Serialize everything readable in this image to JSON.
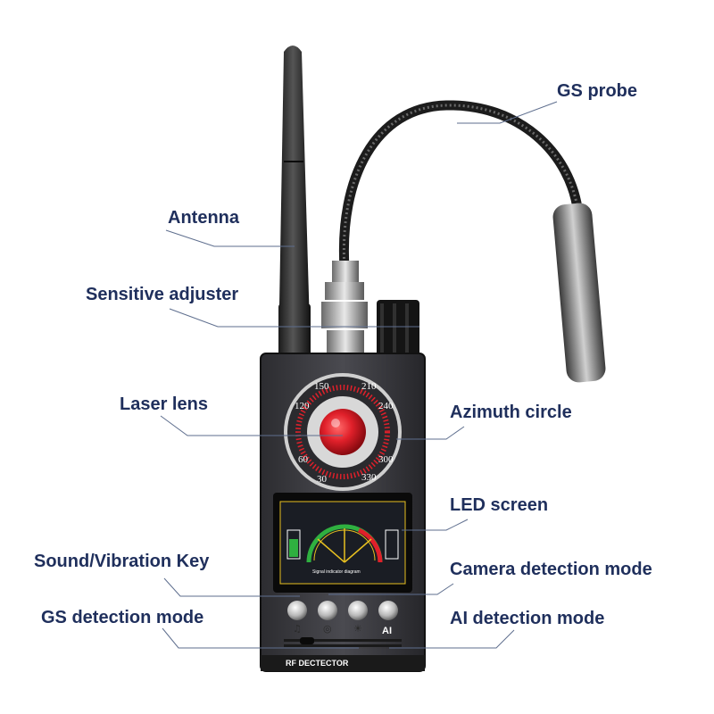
{
  "callouts": {
    "gs_probe": "GS probe",
    "antenna": "Antenna",
    "sensitive_adjuster": "Sensitive adjuster",
    "laser_lens": "Laser lens",
    "azimuth_circle": "Azimuth circle",
    "led_screen": "LED screen",
    "sound_vibration_key": "Sound/Vibration Key",
    "camera_detection_mode": "Camera detection mode",
    "gs_detection_mode": "GS detection mode",
    "ai_detection_mode": "AI detection mode"
  },
  "device": {
    "brand_label": "RF DECTECTOR",
    "screen_caption": "Signal indicator diagram",
    "ai_button_label": "AI",
    "azimuth_ticks": [
      "120",
      "150",
      "210",
      "240",
      "300",
      "330",
      "30",
      "60"
    ]
  },
  "colors": {
    "label_text": "#1f2f5c",
    "leader_line": "#5e6e8e",
    "laser_red": "#e0202a",
    "screen_yellow": "#e8c020",
    "screen_green": "#2fb040"
  },
  "icons": {
    "sound_button": "bell-off-icon",
    "camera_button": "camera-icon",
    "gs_button": "sun-icon",
    "ai_button": "ai-text-icon"
  }
}
